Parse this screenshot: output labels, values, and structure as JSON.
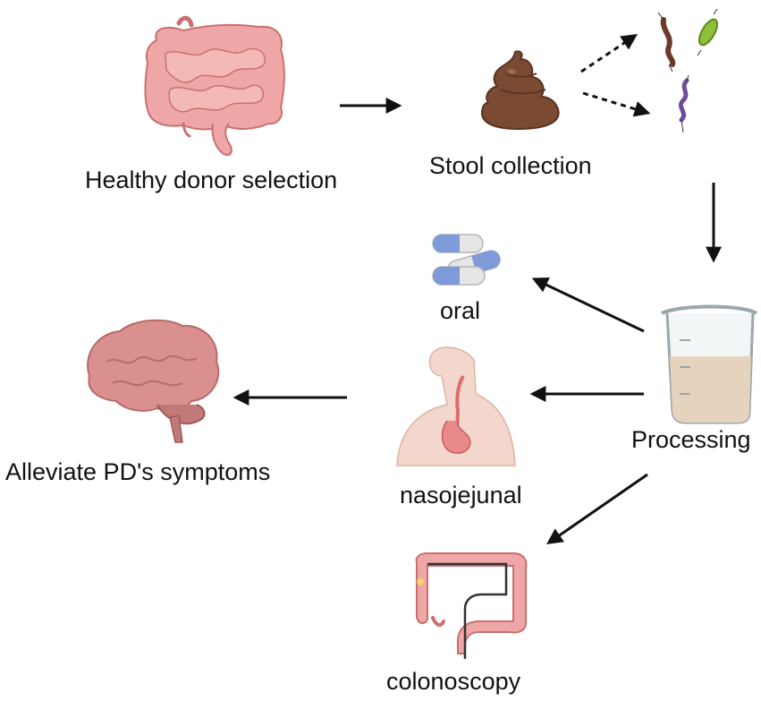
{
  "labels": {
    "donor": "Healthy donor selection",
    "stool": "Stool collection",
    "oral": "oral",
    "processing": "Processing",
    "nasojejunal": "nasojejunal",
    "colonoscopy": "colonoscopy",
    "alleviate": "Alleviate PD's symptoms"
  },
  "icons": {
    "donor": "intestine-icon",
    "stool": "stool-icon",
    "bacteria": "bacteria-icon",
    "oral": "capsule-icon",
    "processing": "beaker-icon",
    "nasojejunal": "nasojejunal-tube-icon",
    "colonoscopy": "colonoscope-icon",
    "outcome": "brain-icon"
  },
  "colors": {
    "organ": "#e9a0a0",
    "organ_dark": "#c9706f",
    "stool": "#7a4a33",
    "capsule_blue": "#7f9ad9",
    "liquid": "#e6d3bd",
    "brain": "#d9908f",
    "arrow": "#111111"
  }
}
